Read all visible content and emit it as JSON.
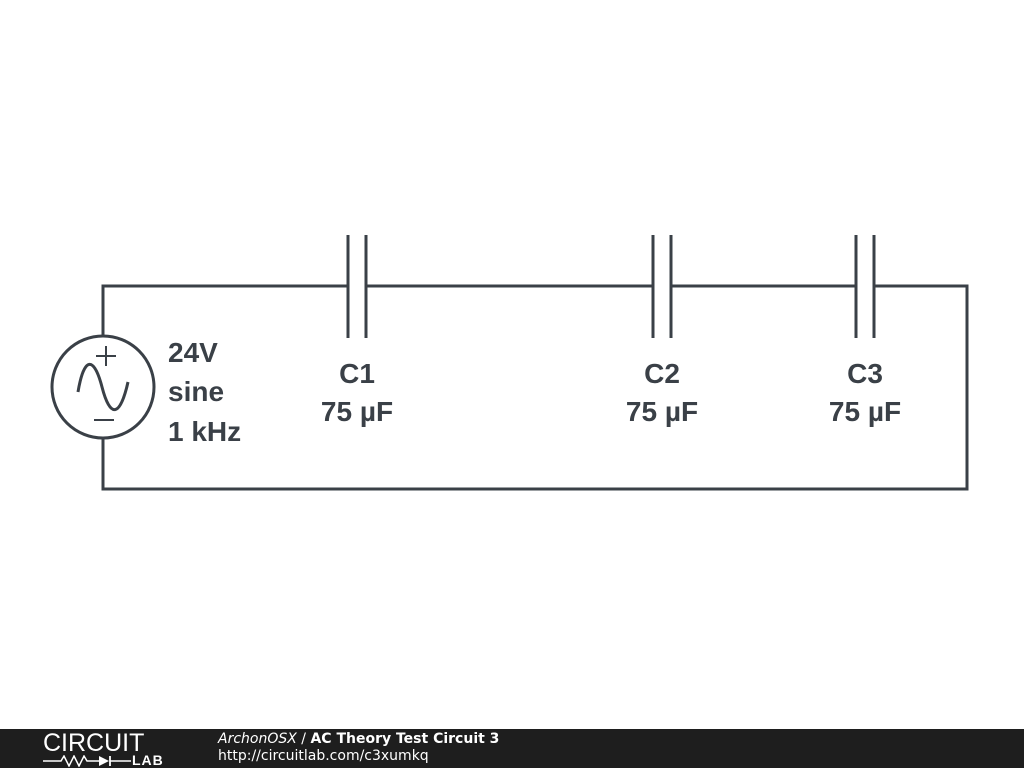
{
  "source": {
    "amplitude": "24V",
    "waveform": "sine",
    "frequency": "1 kHz",
    "plus_sign": "+",
    "minus_sign": "−"
  },
  "capacitors": [
    {
      "name": "C1",
      "value": "75 µF"
    },
    {
      "name": "C2",
      "value": "75 µF"
    },
    {
      "name": "C3",
      "value": "75 µF"
    }
  ],
  "footer": {
    "logo_top": "CIRCUIT",
    "logo_bottom": "LAB",
    "author": "ArchonOSX",
    "separator": " / ",
    "title": "AC Theory Test Circuit 3",
    "url": "http://circuitlab.com/c3xumkq"
  },
  "colors": {
    "ink": "#3a4047",
    "footer_bg": "#1e1e1e"
  }
}
